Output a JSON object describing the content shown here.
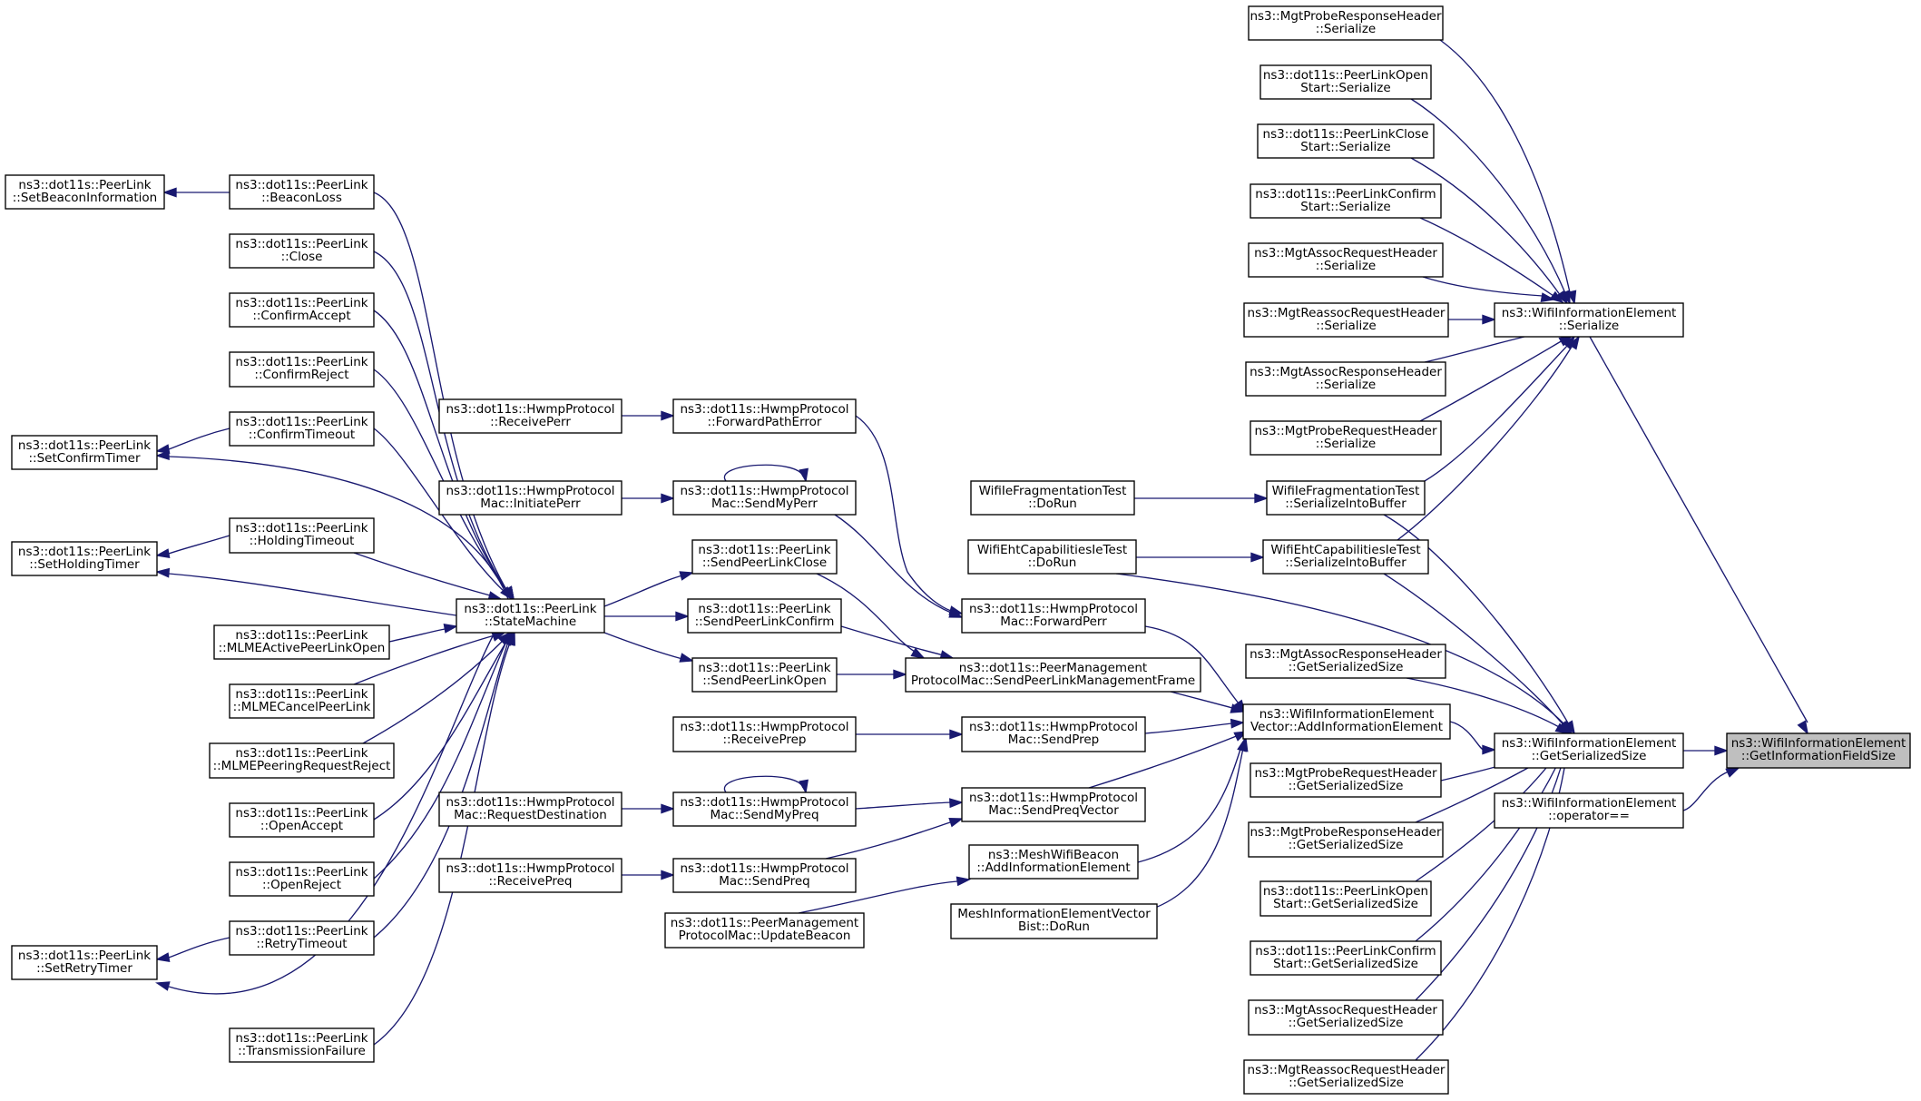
{
  "diagram": {
    "type": "call-graph",
    "nodes": [
      {
        "id": "n_getinfofield",
        "lines": [
          "ns3::WifiInformationElement",
          "::GetInformationFieldSize"
        ],
        "focus": true
      },
      {
        "id": "n_wie_serialize",
        "lines": [
          "ns3::WifiInformationElement",
          "::Serialize"
        ]
      },
      {
        "id": "n_wie_getser",
        "lines": [
          "ns3::WifiInformationElement",
          "::GetSerializedSize"
        ]
      },
      {
        "id": "n_wie_opeq",
        "lines": [
          "ns3::WifiInformationElement",
          "::operator=="
        ]
      },
      {
        "id": "n_probe_resp_ser",
        "lines": [
          "ns3::MgtProbeResponseHeader",
          "::Serialize"
        ]
      },
      {
        "id": "n_plo_ser",
        "lines": [
          "ns3::dot11s::PeerLinkOpen",
          "Start::Serialize"
        ]
      },
      {
        "id": "n_plc_ser",
        "lines": [
          "ns3::dot11s::PeerLinkClose",
          "Start::Serialize"
        ]
      },
      {
        "id": "n_plconf_ser",
        "lines": [
          "ns3::dot11s::PeerLinkConfirm",
          "Start::Serialize"
        ]
      },
      {
        "id": "n_assoc_req_ser",
        "lines": [
          "ns3::MgtAssocRequestHeader",
          "::Serialize"
        ]
      },
      {
        "id": "n_reassoc_req_ser",
        "lines": [
          "ns3::MgtReassocRequestHeader",
          "::Serialize"
        ]
      },
      {
        "id": "n_assoc_resp_ser",
        "lines": [
          "ns3::MgtAssocResponseHeader",
          "::Serialize"
        ]
      },
      {
        "id": "n_probe_req_ser",
        "lines": [
          "ns3::MgtProbeRequestHeader",
          "::Serialize"
        ]
      },
      {
        "id": "n_frag_sib",
        "lines": [
          "WifiIeFragmentationTest",
          "::SerializeIntoBuffer"
        ]
      },
      {
        "id": "n_eht_sib",
        "lines": [
          "WifiEhtCapabilitiesIeTest",
          "::SerializeIntoBuffer"
        ]
      },
      {
        "id": "n_frag_dorun",
        "lines": [
          "WifiIeFragmentationTest",
          "::DoRun"
        ]
      },
      {
        "id": "n_eht_dorun",
        "lines": [
          "WifiEhtCapabilitiesIeTest",
          "::DoRun"
        ]
      },
      {
        "id": "n_assoc_resp_gss",
        "lines": [
          "ns3::MgtAssocResponseHeader",
          "::GetSerializedSize"
        ]
      },
      {
        "id": "n_wiev_add",
        "lines": [
          "ns3::WifiInformationElement",
          "Vector::AddInformationElement"
        ]
      },
      {
        "id": "n_probe_req_gss",
        "lines": [
          "ns3::MgtProbeRequestHeader",
          "::GetSerializedSize"
        ]
      },
      {
        "id": "n_probe_resp_gss",
        "lines": [
          "ns3::MgtProbeResponseHeader",
          "::GetSerializedSize"
        ]
      },
      {
        "id": "n_plo_gss",
        "lines": [
          "ns3::dot11s::PeerLinkOpen",
          "Start::GetSerializedSize"
        ]
      },
      {
        "id": "n_plconf_gss",
        "lines": [
          "ns3::dot11s::PeerLinkConfirm",
          "Start::GetSerializedSize"
        ]
      },
      {
        "id": "n_assoc_req_gss",
        "lines": [
          "ns3::MgtAssocRequestHeader",
          "::GetSerializedSize"
        ]
      },
      {
        "id": "n_reassoc_req_gss",
        "lines": [
          "ns3::MgtReassocRequestHeader",
          "::GetSerializedSize"
        ]
      },
      {
        "id": "n_hwmp_fwdperr",
        "lines": [
          "ns3::dot11s::HwmpProtocol",
          "Mac::ForwardPerr"
        ]
      },
      {
        "id": "n_pmpm_send",
        "lines": [
          "ns3::dot11s::PeerManagement",
          "ProtocolMac::SendPeerLinkManagementFrame"
        ]
      },
      {
        "id": "n_hwmp_sendprep",
        "lines": [
          "ns3::dot11s::HwmpProtocol",
          "Mac::SendPrep"
        ]
      },
      {
        "id": "n_hwmp_sendpreqvec",
        "lines": [
          "ns3::dot11s::HwmpProtocol",
          "Mac::SendPreqVector"
        ]
      },
      {
        "id": "n_mwb_add",
        "lines": [
          "ns3::MeshWifiBeacon",
          "::AddInformationElement"
        ]
      },
      {
        "id": "n_mievb_dorun",
        "lines": [
          "MeshInformationElementVector",
          "Bist::DoRun"
        ]
      },
      {
        "id": "n_hwmp_fwdpatherr",
        "lines": [
          "ns3::dot11s::HwmpProtocol",
          "::ForwardPathError"
        ]
      },
      {
        "id": "n_hwmp_sendmyperr",
        "lines": [
          "ns3::dot11s::HwmpProtocol",
          "Mac::SendMyPerr"
        ]
      },
      {
        "id": "n_pl_sendclose",
        "lines": [
          "ns3::dot11s::PeerLink",
          "::SendPeerLinkClose"
        ]
      },
      {
        "id": "n_pl_sendconfirm",
        "lines": [
          "ns3::dot11s::PeerLink",
          "::SendPeerLinkConfirm"
        ]
      },
      {
        "id": "n_pl_sendopen",
        "lines": [
          "ns3::dot11s::PeerLink",
          "::SendPeerLinkOpen"
        ]
      },
      {
        "id": "n_hwmp_recvprep",
        "lines": [
          "ns3::dot11s::HwmpProtocol",
          "::ReceivePrep"
        ]
      },
      {
        "id": "n_hwmp_sendmypreq",
        "lines": [
          "ns3::dot11s::HwmpProtocol",
          "Mac::SendMyPreq"
        ]
      },
      {
        "id": "n_hwmp_sendpreq",
        "lines": [
          "ns3::dot11s::HwmpProtocol",
          "Mac::SendPreq"
        ]
      },
      {
        "id": "n_pmpm_updbeacon",
        "lines": [
          "ns3::dot11s::PeerManagement",
          "ProtocolMac::UpdateBeacon"
        ]
      },
      {
        "id": "n_hwmp_recvperr",
        "lines": [
          "ns3::dot11s::HwmpProtocol",
          "::ReceivePerr"
        ]
      },
      {
        "id": "n_hwmp_initperr",
        "lines": [
          "ns3::dot11s::HwmpProtocol",
          "Mac::InitiatePerr"
        ]
      },
      {
        "id": "n_hwmp_reqdest",
        "lines": [
          "ns3::dot11s::HwmpProtocol",
          "Mac::RequestDestination"
        ]
      },
      {
        "id": "n_hwmp_recvpreq",
        "lines": [
          "ns3::dot11s::HwmpProtocol",
          "::ReceivePreq"
        ]
      },
      {
        "id": "n_pl_statemachine",
        "lines": [
          "ns3::dot11s::PeerLink",
          "::StateMachine"
        ]
      },
      {
        "id": "n_pl_beaconloss",
        "lines": [
          "ns3::dot11s::PeerLink",
          "::BeaconLoss"
        ]
      },
      {
        "id": "n_pl_close",
        "lines": [
          "ns3::dot11s::PeerLink",
          "::Close"
        ]
      },
      {
        "id": "n_pl_confaccept",
        "lines": [
          "ns3::dot11s::PeerLink",
          "::ConfirmAccept"
        ]
      },
      {
        "id": "n_pl_confreject",
        "lines": [
          "ns3::dot11s::PeerLink",
          "::ConfirmReject"
        ]
      },
      {
        "id": "n_pl_conftimeout",
        "lines": [
          "ns3::dot11s::PeerLink",
          "::ConfirmTimeout"
        ]
      },
      {
        "id": "n_pl_holdtimeout",
        "lines": [
          "ns3::dot11s::PeerLink",
          "::HoldingTimeout"
        ]
      },
      {
        "id": "n_pl_mlmeactive",
        "lines": [
          "ns3::dot11s::PeerLink",
          "::MLMEActivePeerLinkOpen"
        ]
      },
      {
        "id": "n_pl_mlmecancel",
        "lines": [
          "ns3::dot11s::PeerLink",
          "::MLMECancelPeerLink"
        ]
      },
      {
        "id": "n_pl_mlmepeering",
        "lines": [
          "ns3::dot11s::PeerLink",
          "::MLMEPeeringRequestReject"
        ]
      },
      {
        "id": "n_pl_openaccept",
        "lines": [
          "ns3::dot11s::PeerLink",
          "::OpenAccept"
        ]
      },
      {
        "id": "n_pl_openreject",
        "lines": [
          "ns3::dot11s::PeerLink",
          "::OpenReject"
        ]
      },
      {
        "id": "n_pl_retrytimeout",
        "lines": [
          "ns3::dot11s::PeerLink",
          "::RetryTimeout"
        ]
      },
      {
        "id": "n_pl_txfail",
        "lines": [
          "ns3::dot11s::PeerLink",
          "::TransmissionFailure"
        ]
      },
      {
        "id": "n_pl_setbeacon",
        "lines": [
          "ns3::dot11s::PeerLink",
          "::SetBeaconInformation"
        ]
      },
      {
        "id": "n_pl_setconftimer",
        "lines": [
          "ns3::dot11s::PeerLink",
          "::SetConfirmTimer"
        ]
      },
      {
        "id": "n_pl_setholdtimer",
        "lines": [
          "ns3::dot11s::PeerLink",
          "::SetHoldingTimer"
        ]
      },
      {
        "id": "n_pl_setretrytimer",
        "lines": [
          "ns3::dot11s::PeerLink",
          "::SetRetryTimer"
        ]
      }
    ]
  }
}
